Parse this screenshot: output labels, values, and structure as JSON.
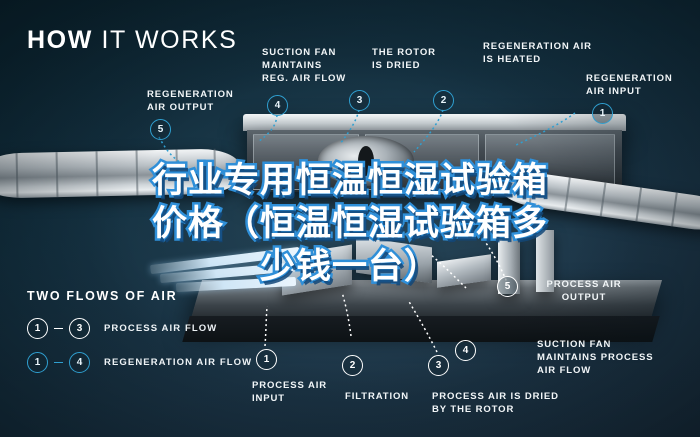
{
  "title": {
    "bold": "HOW",
    "light": " IT WORKS"
  },
  "overlay_text": "行业专用恒温恒湿试验箱\n价格（恒温恒湿试验箱多\n少钱一台）",
  "colors": {
    "background_dark": "#0b2531",
    "background_light": "#1d3142",
    "accent_blue": "#2f9fd0",
    "text_white": "#ffffff",
    "overlay_stroke": "#2f8fd8"
  },
  "legend": {
    "heading": "TWO FLOWS OF AIR",
    "rows": [
      {
        "from": "1",
        "to": "3",
        "label": "PROCESS AIR FLOW",
        "style": "white"
      },
      {
        "from": "1",
        "to": "4",
        "label": "REGENERATION AIR FLOW",
        "style": "blue"
      }
    ]
  },
  "callouts": [
    {
      "number": "1",
      "label": "REGENERATION\nAIR INPUT",
      "style": "blue",
      "group": "regeneration"
    },
    {
      "number": "2",
      "label": "REGENERATION AIR\nIS HEATED",
      "style": "blue",
      "group": "regeneration"
    },
    {
      "number": "3",
      "label": "THE ROTOR\nIS DRIED",
      "style": "blue",
      "group": "regeneration"
    },
    {
      "number": "4",
      "label": "SUCTION FAN\nMAINTAINS\nREG. AIR FLOW",
      "style": "blue",
      "group": "regeneration"
    },
    {
      "number": "5",
      "label": "REGENERATION\nAIR OUTPUT",
      "style": "blue",
      "group": "regeneration"
    },
    {
      "number": "1",
      "label": "PROCESS AIR\nINPUT",
      "style": "white",
      "group": "process"
    },
    {
      "number": "2",
      "label": "FILTRATION",
      "style": "white",
      "group": "process"
    },
    {
      "number": "3",
      "label": "PROCESS AIR IS DRIED\nBY THE ROTOR",
      "style": "white",
      "group": "process"
    },
    {
      "number": "4",
      "label": "SUCTION FAN\nMAINTAINS PROCESS\nAIR FLOW",
      "style": "white",
      "group": "process"
    },
    {
      "number": "5",
      "label": "PROCESS AIR\nOUTPUT",
      "style": "white",
      "group": "process"
    }
  ]
}
